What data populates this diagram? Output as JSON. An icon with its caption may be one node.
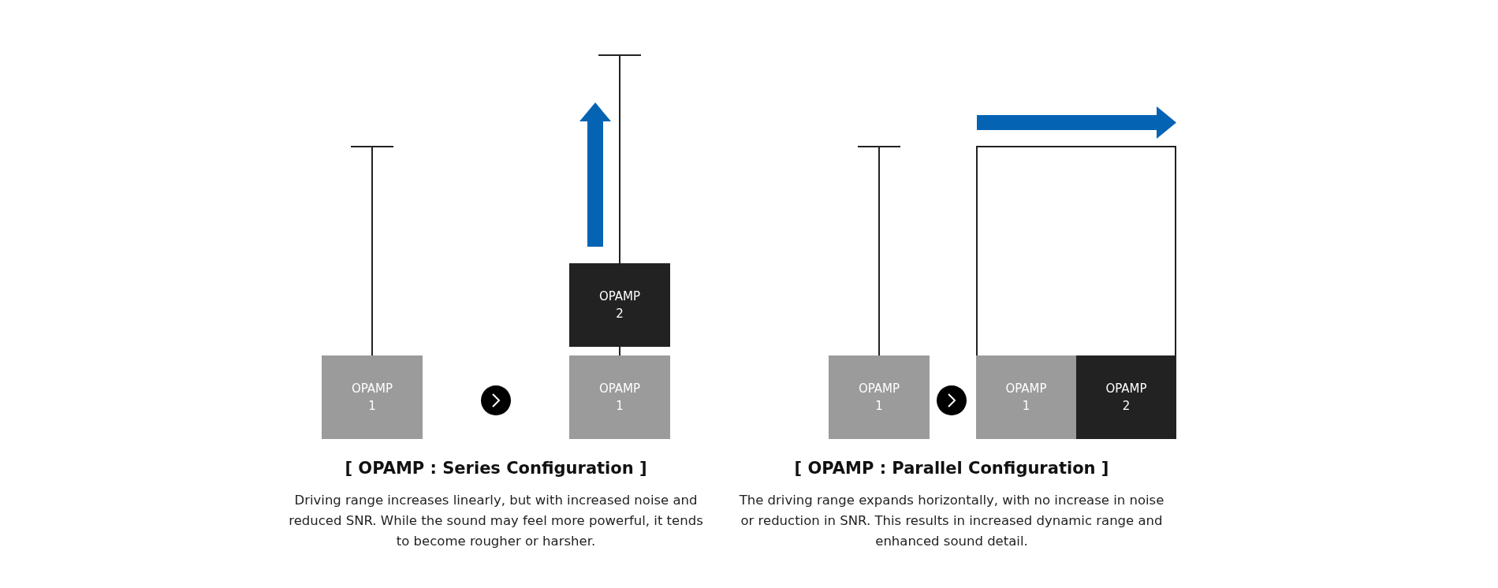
{
  "diagram": {
    "nodes": [
      {
        "text": [
          "OPAMP 1"
        ]
      },
      {
        "text": [
          "OPAMP 2"
        ]
      },
      {
        "text": [
          "OPAMP 1"
        ]
      },
      {
        "text": [
          "OPAMP 1"
        ]
      },
      {
        "text": [
          "OPAMP 1"
        ]
      },
      {
        "text": [
          "OPAMP 2"
        ]
      }
    ],
    "labels": [
      "[ OPAMP : Series Configuration ]",
      "Driving range increases linearly, but with increased noise and reduced SNR. While the sound may feel more powerful, it tends to become rougher or harsher.",
      "[ OPAMP : Parallel Configuration ]",
      "The driving range expands horizontally, with no increase in noise or reduction in SNR. This results in increased dynamic range and enhanced sound detail."
    ]
  }
}
